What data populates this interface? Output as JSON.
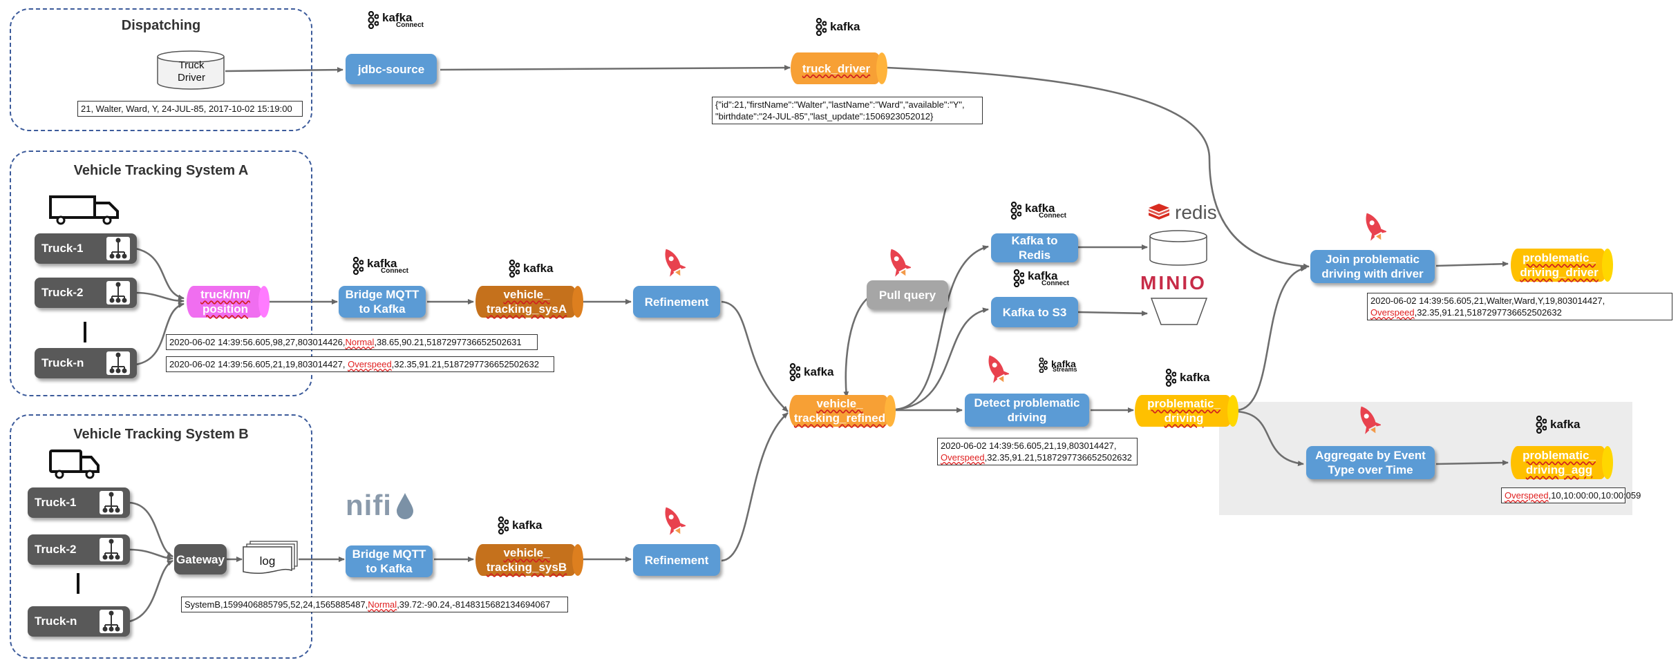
{
  "groups": {
    "dispatching": "Dispatching",
    "sysA": "Vehicle Tracking System A",
    "sysB": "Vehicle Tracking System B"
  },
  "db": {
    "truck_driver": "Truck\nDriver"
  },
  "trucks": {
    "t1": "Truck-1",
    "t2": "Truck-2",
    "tn": "Truck-n"
  },
  "processors": {
    "jdbc_source": "jdbc-source",
    "bridge_a": "Bridge MQTT\nto Kafka",
    "bridge_b": "Bridge MQTT\nto Kafka",
    "refine_a": "Refinement",
    "refine_b": "Refinement",
    "pull_query": "Pull query",
    "kafka_redis": "Kafka to Redis",
    "kafka_s3": "Kafka to S3",
    "detect": "Detect problematic\ndriving",
    "join": "Join problematic\ndriving with driver",
    "aggregate": "Aggregate by Event\nType over Time",
    "gateway": "Gateway",
    "log": "log"
  },
  "topics": {
    "truck_driver": "truck_driver",
    "mqtt": "truck/nn/\nposition",
    "sysA": "vehicle_\ntracking_sysA",
    "sysB": "vehicle_\ntracking_sysB",
    "refined": "vehicle_\ntracking_refined",
    "problematic": "problematic_\ndriving",
    "prob_driver": "problematic_\ndriving_driver",
    "prob_agg": "problematic_\ndriving_agg"
  },
  "logos": {
    "kafka": "kafka",
    "connect": "Connect",
    "streams": "Streams",
    "redis": "redis",
    "minio": "MINIO",
    "nifi": "nifi"
  },
  "notes": {
    "dispatch": "21, Walter, Ward, Y, 24-JUL-85, 2017-10-02 15:19:00",
    "driver_json_1": "{\"id\":21,\"firstName\":\"Walter\",\"lastName\":\"Ward\",\"available\":\"Y\",",
    "driver_json_2": "\"birthdate\":\"24-JUL-85\",\"last_update\":1506923052012}",
    "a1_pre": "2020-06-02 14:39:56.605,98,27,803014426,",
    "a1_kw": "Normal",
    "a1_post": ",38.65,90.21,5187297736652502631",
    "a2_pre": "2020-06-02 14:39:56.605,21,19,803014427, ",
    "a2_kw": "Overspeed",
    "a2_post": ",32.35,91.21,5187297736652502632",
    "b_pre": "SystemB,1599406885795,52,24,1565885487,",
    "b_kw": "Normal",
    "b_post": ",39.72:-90.24,-8148315682134694067",
    "detect_1": "2020-06-02 14:39:56.605,21,19,803014427,",
    "detect_kw": "Overspeed",
    "detect_2": ",32.35,91.21,5187297736652502632",
    "join_1": "2020-06-02 14:39:56.605,21,Walter,Ward,Y,19,803014427,",
    "join_kw": "Overspeed",
    "join_2": ",32.35,91.21,5187297736652502632",
    "agg_kw": "Overspeed",
    "agg_post": ",10,10:00:00,10:00:059"
  },
  "colors": {
    "processor": "#5b9bd5",
    "topic_orange": "#f7a035",
    "topic_brown": "#c5711c",
    "topic_yellow": "#ffc000",
    "topic_pink": "#f06ef0",
    "group_border": "#3b5a9a",
    "rocket": "#e8424e"
  }
}
